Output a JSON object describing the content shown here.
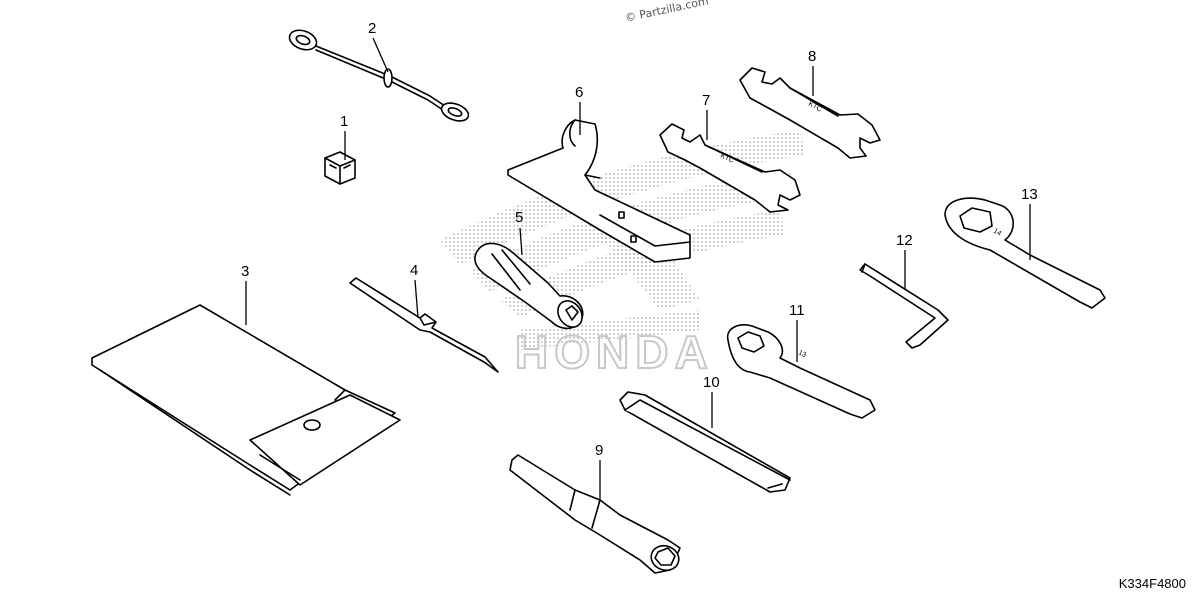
{
  "copyright": "© Partzilla.com",
  "diagram_code": "K334F4800",
  "watermark_text": "HONDA",
  "callouts": [
    "1",
    "2",
    "3",
    "4",
    "5",
    "6",
    "7",
    "8",
    "9",
    "10",
    "11",
    "12",
    "13"
  ],
  "colors": {
    "line": "#000000",
    "watermark": "#b5b5b5",
    "background": "#ffffff"
  }
}
